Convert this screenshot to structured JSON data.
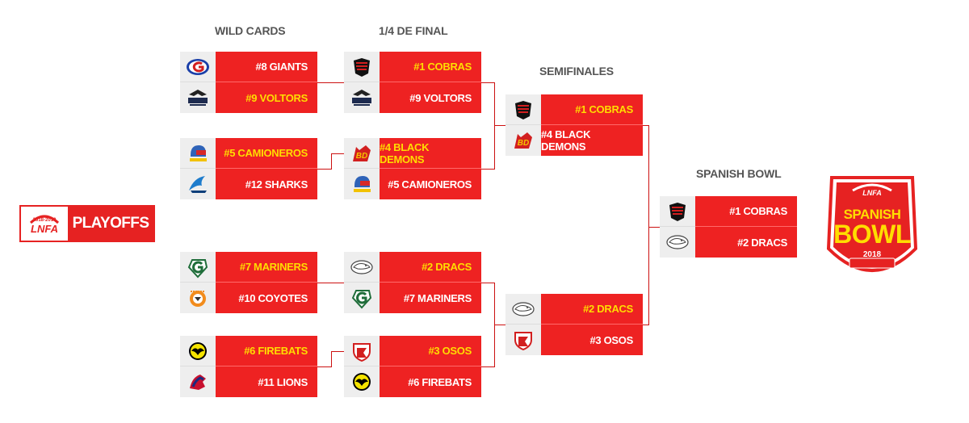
{
  "rounds": {
    "wild_cards": "WILD CARDS",
    "quarters": "1/4 DE FINAL",
    "semis": "SEMIFINALES",
    "final": "SPANISH BOWL"
  },
  "badge": {
    "logo_text": "LNFA",
    "logo_sub": "2018-2019",
    "label": "PLAYOFFS"
  },
  "bowl": {
    "line1": "SPANISH",
    "line2": "BOWL",
    "year": "2018",
    "logo_text": "LNFA"
  },
  "wild_cards": [
    {
      "top": {
        "name": "#8 GIANTS",
        "icon": "giants-logo",
        "winner": false
      },
      "bot": {
        "name": "#9 VOLTORS",
        "icon": "voltors-logo",
        "winner": true
      }
    },
    {
      "top": {
        "name": "#5 CAMIONEROS",
        "icon": "camioneros-logo",
        "winner": true
      },
      "bot": {
        "name": "#12 SHARKS",
        "icon": "sharks-logo",
        "winner": false
      }
    },
    {
      "top": {
        "name": "#7 MARINERS",
        "icon": "mariners-logo",
        "winner": true
      },
      "bot": {
        "name": "#10 COYOTES",
        "icon": "coyotes-logo",
        "winner": false
      }
    },
    {
      "top": {
        "name": "#6 FIREBATS",
        "icon": "firebats-logo",
        "winner": true
      },
      "bot": {
        "name": "#11 LIONS",
        "icon": "lions-logo",
        "winner": false
      }
    }
  ],
  "quarters": [
    {
      "top": {
        "name": "#1 COBRAS",
        "icon": "cobras-logo",
        "winner": true
      },
      "bot": {
        "name": "#9 VOLTORS",
        "icon": "voltors-logo",
        "winner": false
      }
    },
    {
      "top": {
        "name": "#4 BLACK DEMONS",
        "icon": "black-demons-logo",
        "winner": true
      },
      "bot": {
        "name": "#5 CAMIONEROS",
        "icon": "camioneros-logo",
        "winner": false
      }
    },
    {
      "top": {
        "name": "#2 DRACS",
        "icon": "dracs-logo",
        "winner": true
      },
      "bot": {
        "name": "#7 MARINERS",
        "icon": "mariners-logo",
        "winner": false
      }
    },
    {
      "top": {
        "name": "#3 OSOS",
        "icon": "osos-logo",
        "winner": true
      },
      "bot": {
        "name": "#6 FIREBATS",
        "icon": "firebats-logo",
        "winner": false
      }
    }
  ],
  "semis": [
    {
      "top": {
        "name": "#1 COBRAS",
        "icon": "cobras-logo",
        "winner": true
      },
      "bot": {
        "name": "#4 BLACK DEMONS",
        "icon": "black-demons-logo",
        "winner": false
      }
    },
    {
      "top": {
        "name": "#2 DRACS",
        "icon": "dracs-logo",
        "winner": true
      },
      "bot": {
        "name": "#3 OSOS",
        "icon": "osos-logo",
        "winner": false
      }
    }
  ],
  "final": {
    "top": {
      "name": "#1 COBRAS",
      "icon": "cobras-logo",
      "winner": false
    },
    "bot": {
      "name": "#2 DRACS",
      "icon": "dracs-logo",
      "winner": false
    }
  },
  "colors": {
    "cell_red": "#ee2222",
    "winner_text": "#ffdd00",
    "line": "#cc1111"
  }
}
